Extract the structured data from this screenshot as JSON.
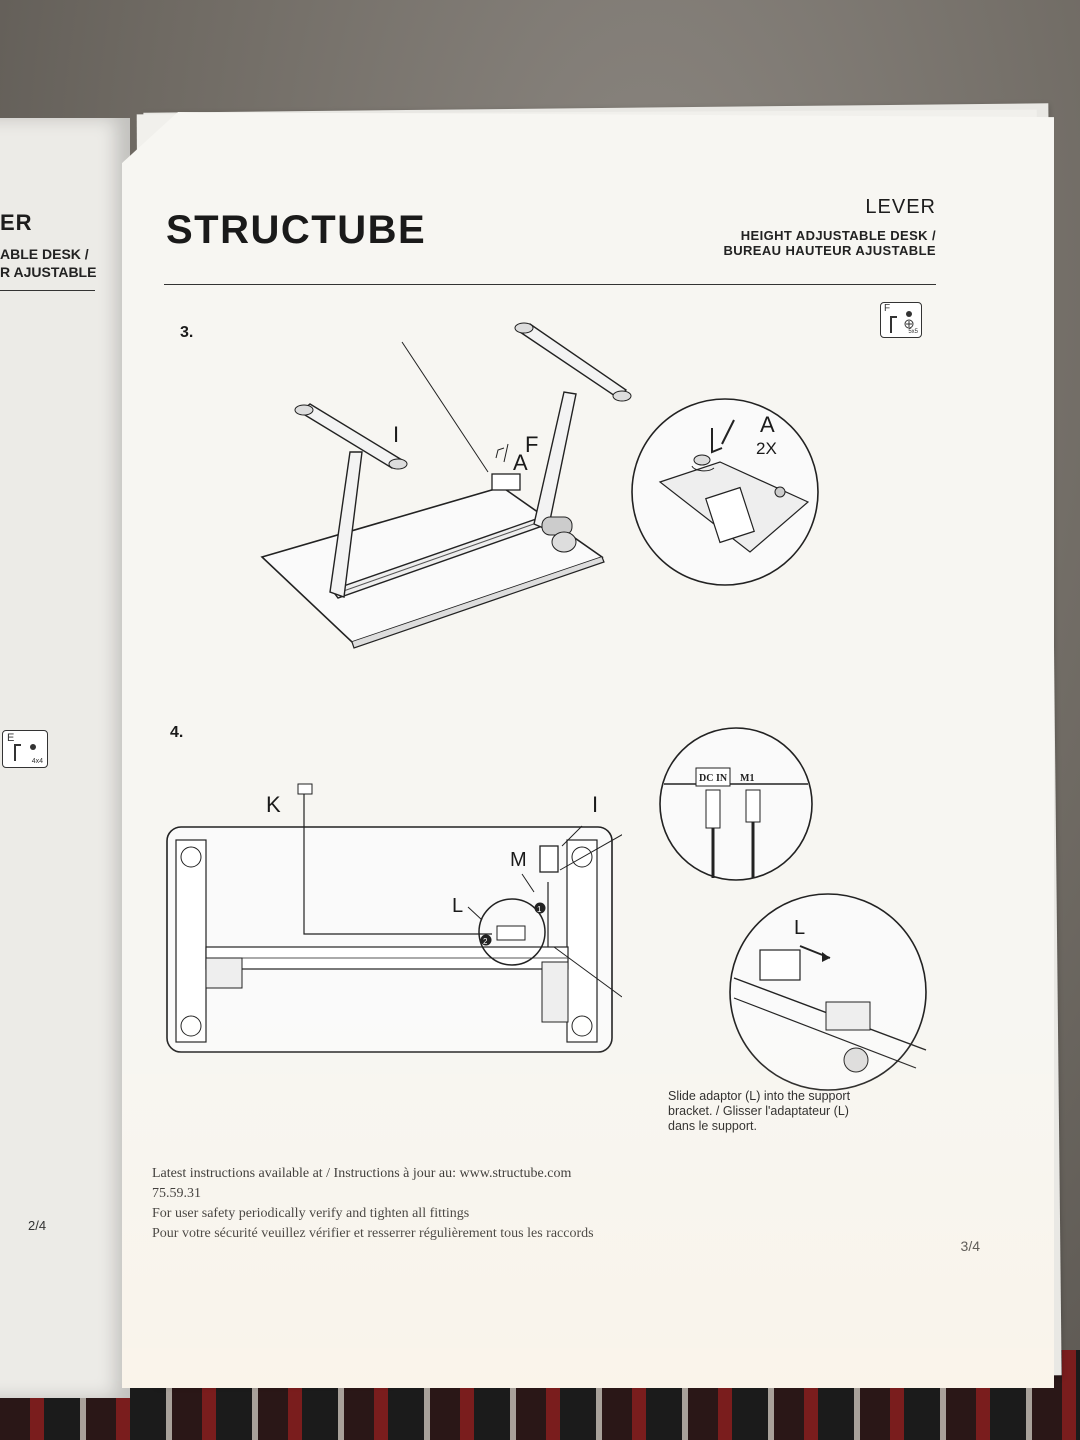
{
  "left_page": {
    "title_fragment": "ER",
    "subtitle_line1": "ABLE DESK /",
    "subtitle_line2": "R AJUSTABLE",
    "tool_badge": {
      "letter": "E",
      "size": "4x4"
    },
    "page_number": "2/4"
  },
  "header": {
    "brand": "STRUCTUBE",
    "model": "LEVER",
    "description_en": "HEIGHT ADJUSTABLE DESK /",
    "description_fr": "BUREAU HAUTEUR AJUSTABLE"
  },
  "step3": {
    "number": "3.",
    "tool_badge": {
      "letter": "F",
      "size": "5x5"
    },
    "labels": {
      "part_i": "I",
      "part_f": "F",
      "part_a": "A"
    },
    "detail": {
      "part": "A",
      "quantity": "2X"
    }
  },
  "step4": {
    "number": "4.",
    "labels": {
      "part_k": "K",
      "part_i": "I",
      "part_m": "M",
      "part_l": "L"
    },
    "connector_labels": {
      "dc_in": "DC IN",
      "m1": "M1"
    },
    "detail_label": "L",
    "markers": [
      "1",
      "2"
    ],
    "caption": "Slide adaptor (L) into the support bracket. / Glisser l'adaptateur (L) dans le support."
  },
  "footer": {
    "line1": "Latest instructions available at / Instructions à jour au: www.structube.com",
    "line2": "75.59.31",
    "line3": "For user safety periodically verify and tighten all fittings",
    "line4": "Pour votre sécurité veuillez vérifier et resserrer régulièrement tous les raccords"
  },
  "page_number": "3/4"
}
